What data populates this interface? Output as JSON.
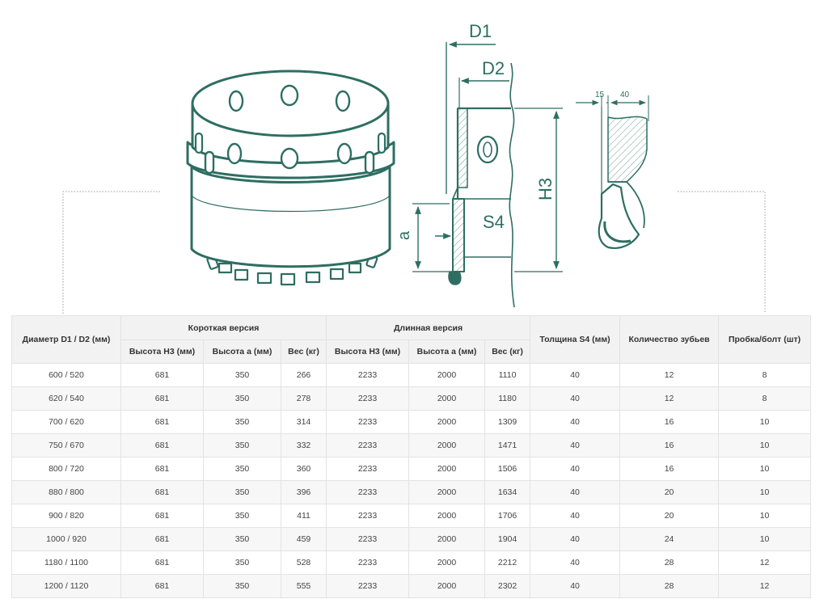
{
  "drawing": {
    "labels": {
      "d1": "D1",
      "d2": "D2",
      "h3": "H3",
      "a": "a",
      "s4": "S4",
      "dim_15": "15",
      "dim_40": "40"
    },
    "colors": {
      "stroke": "#2e6e62",
      "fill": "#ffffff",
      "hatch": "#6c9a90"
    }
  },
  "table": {
    "header": {
      "diameter": "Диаметр D1 / D2 (мм)",
      "short_group": "Короткая версия",
      "long_group": "Длинная версия",
      "thickness": "Толщина S4 (мм)",
      "teeth": "Количество зубьев",
      "plugs": "Пробка/болт (шт)",
      "sub": [
        "Высота Н3 (мм)",
        "Высота а (мм)",
        "Вес (кг)",
        "Высота Н3 (мм)",
        "Высота а (мм)",
        "Вес (кг)"
      ]
    },
    "rows": [
      [
        "600 / 520",
        "681",
        "350",
        "266",
        "2233",
        "2000",
        "1110",
        "40",
        "12",
        "8"
      ],
      [
        "620 / 540",
        "681",
        "350",
        "278",
        "2233",
        "2000",
        "1180",
        "40",
        "12",
        "8"
      ],
      [
        "700 / 620",
        "681",
        "350",
        "314",
        "2233",
        "2000",
        "1309",
        "40",
        "16",
        "10"
      ],
      [
        "750 / 670",
        "681",
        "350",
        "332",
        "2233",
        "2000",
        "1471",
        "40",
        "16",
        "10"
      ],
      [
        "800 / 720",
        "681",
        "350",
        "360",
        "2233",
        "2000",
        "1506",
        "40",
        "16",
        "10"
      ],
      [
        "880 / 800",
        "681",
        "350",
        "396",
        "2233",
        "2000",
        "1634",
        "40",
        "20",
        "10"
      ],
      [
        "900 / 820",
        "681",
        "350",
        "411",
        "2233",
        "2000",
        "1706",
        "40",
        "20",
        "10"
      ],
      [
        "1000 / 920",
        "681",
        "350",
        "459",
        "2233",
        "2000",
        "1904",
        "40",
        "24",
        "10"
      ],
      [
        "1180 / 1100",
        "681",
        "350",
        "528",
        "2233",
        "2000",
        "2212",
        "40",
        "28",
        "12"
      ],
      [
        "1200 / 1120",
        "681",
        "350",
        "555",
        "2233",
        "2000",
        "2302",
        "40",
        "28",
        "12"
      ]
    ]
  }
}
